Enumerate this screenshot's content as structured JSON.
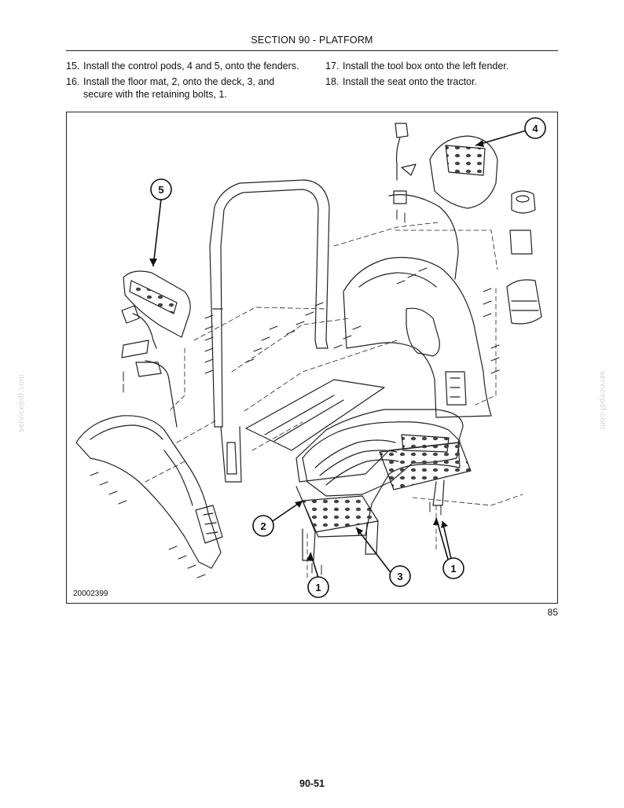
{
  "header": {
    "section_title": "SECTION 90 - PLATFORM"
  },
  "instructions": {
    "col1": [
      {
        "num": "15.",
        "text": "Install the control pods, 4 and 5, onto the fenders."
      },
      {
        "num": "16.",
        "text": "Install the floor mat, 2, onto the deck, 3, and secure with the retaining bolts, 1."
      }
    ],
    "col2": [
      {
        "num": "17.",
        "text": "Install the tool box onto the left fender."
      },
      {
        "num": "18.",
        "text": "Install the seat onto the tractor."
      }
    ]
  },
  "figure": {
    "image_id": "20002399",
    "figure_number": "85",
    "callouts": [
      {
        "label": "4"
      },
      {
        "label": "5"
      },
      {
        "label": "2"
      },
      {
        "label": "3"
      },
      {
        "label": "1"
      },
      {
        "label": "1"
      }
    ]
  },
  "footer": {
    "page_number": "90-51"
  },
  "watermark": {
    "text": "servicepdf.com"
  }
}
